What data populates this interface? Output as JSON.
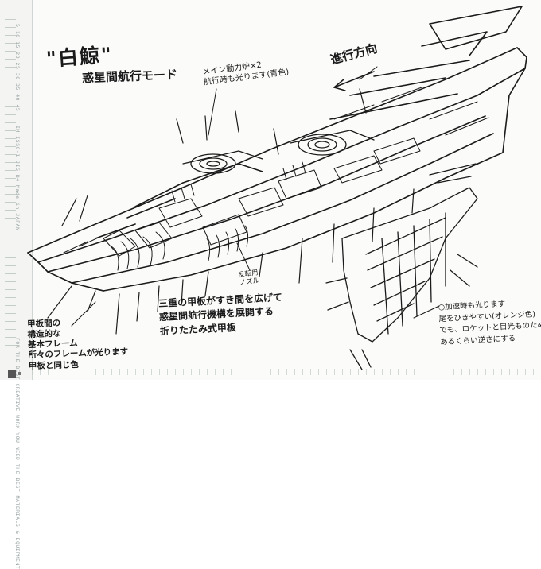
{
  "page": {
    "title": "\"白鯨\"",
    "subtitle": "惑星間航行モード"
  },
  "notes": {
    "engine": [
      "メイン動力炉×2",
      "航行時も光ります(青色)"
    ],
    "direction": "進行方向",
    "nozzle": [
      "反転用",
      "ノズル"
    ],
    "center": [
      "三重の甲板がすき間を広げて",
      "惑星間航行機構を展開する",
      "折りたたみ式甲板"
    ],
    "left": [
      "甲板間の",
      "構造的な",
      "基本フレーム",
      "所々のフレームが光ります",
      "甲板と同じ色"
    ],
    "right": [
      "○加速時も光ります",
      "尾をひきやすい(オレンジ色)",
      "でも、ロケットと目光ものため",
      "あるくらい逆さにする"
    ]
  },
  "margin": {
    "ruler_numbers": "5 10 15 20 25 30 35 40 45",
    "brand_text": "IM ISSG-1 JIS B4 Made in JAPAN",
    "slogan": "FOR THE BEST CREATIVE WORK YOU NEED THE BEST MATERIALS & EQUIPMENT"
  },
  "colors": {
    "paper": "#fbfbfa",
    "ink": "#1a1a1a",
    "margin_print": "#9aa6a5"
  }
}
